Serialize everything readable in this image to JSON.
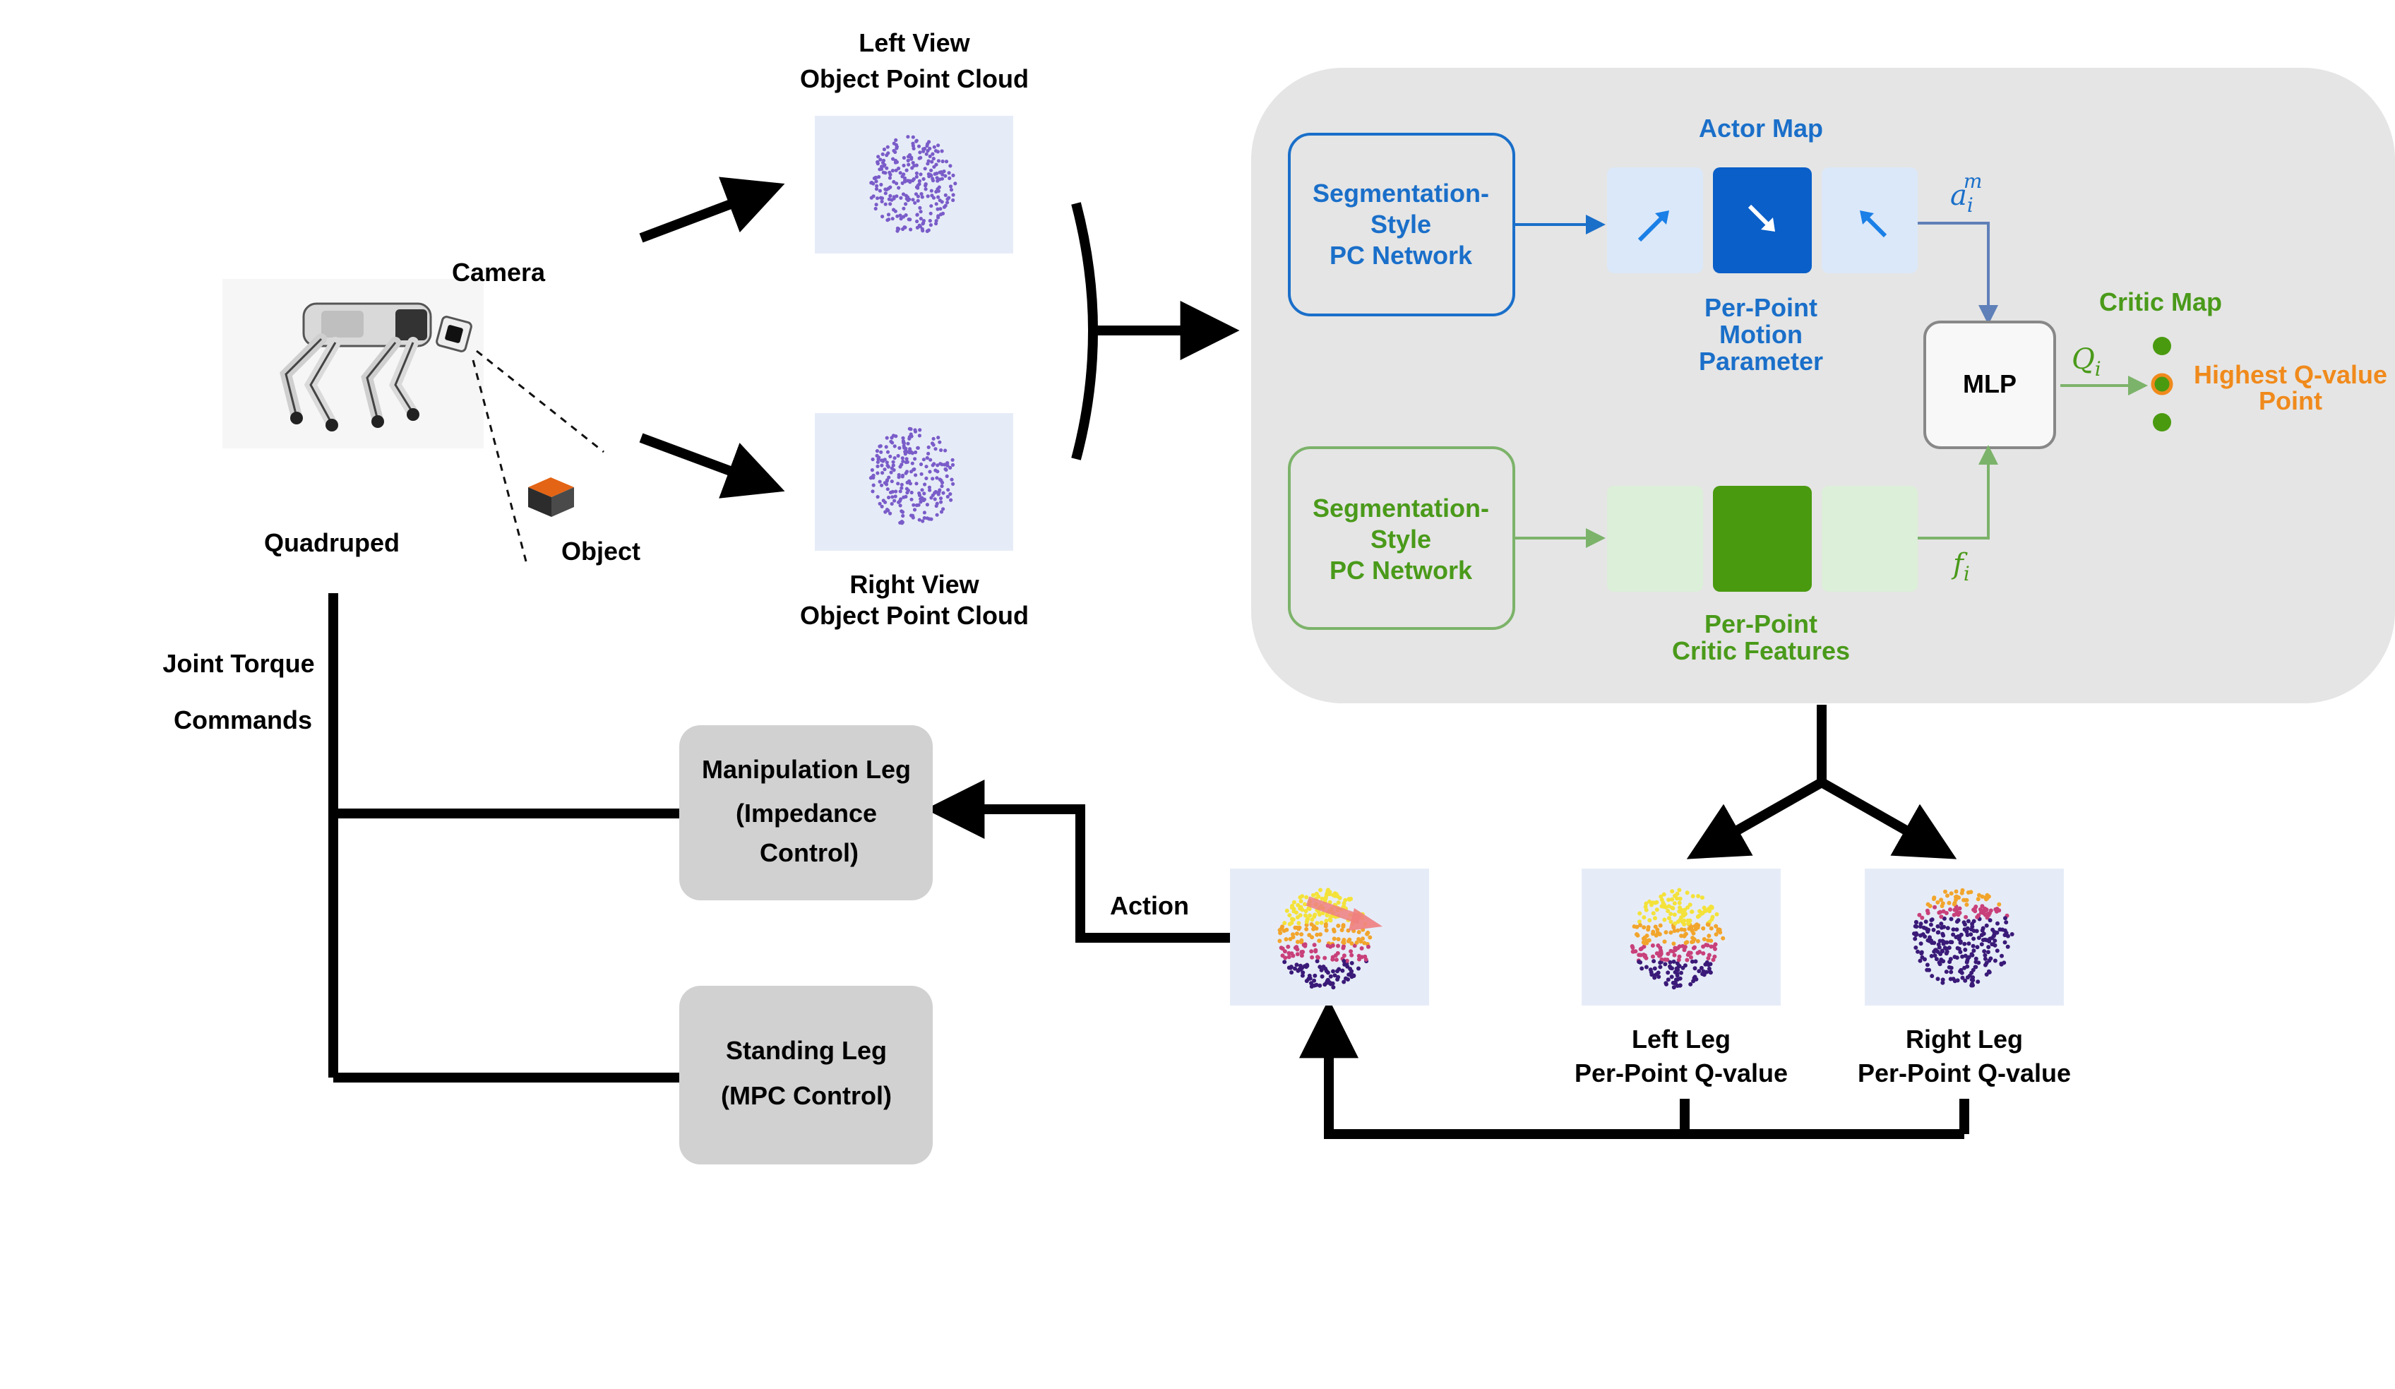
{
  "labels": {
    "camera": "Camera",
    "quadruped": "Quadruped",
    "object": "Object",
    "left_view_line1": "Left View",
    "left_view_line2": "Object Point Cloud",
    "right_view_line1": "Right View",
    "right_view_line2": "Object Point Cloud",
    "actor_map": "Actor Map",
    "critic_map": "Critic Map",
    "seg_net_line1": "Segmentation-",
    "seg_net_line2": "Style",
    "seg_net_line3": "PC Network",
    "per_point_motion_line1": "Per-Point",
    "per_point_motion_line2": "Motion",
    "per_point_motion_line3": "Parameter",
    "per_point_critic_line1": "Per-Point",
    "per_point_critic_line2": "Critic Features",
    "mlp": "MLP",
    "a_base": "a",
    "a_sub": "i",
    "a_sup": "m",
    "q_base": "Q",
    "q_sub": "i",
    "f_base": "f",
    "f_sub": "i",
    "highest_line1": "Highest Q-value",
    "highest_line2": "Point",
    "joint_torque_line1": "Joint Torque",
    "joint_torque_line2": "Commands",
    "manip_line1": "Manipulation Leg",
    "manip_line2": "(Impedance",
    "manip_line3": "Control)",
    "standing_line1": "Standing Leg",
    "standing_line2": "(MPC Control)",
    "action": "Action",
    "left_leg_line1": "Left Leg",
    "left_leg_line2": "Per-Point Q-value",
    "right_leg_line1": "Right Leg",
    "right_leg_line2": "Per-Point Q-value"
  },
  "colors": {
    "blue": "#1a6fc9",
    "dark_blue_cell": "#0a5fc8",
    "light_blue_cell": "#dbe8f9",
    "green": "#4a9a1a",
    "dark_green_cell": "#4a9a10",
    "light_green_cell": "#dcefd8",
    "orange": "#f08a1c",
    "panel_gray": "#e5e5e5",
    "box_gray": "#d1d1d1"
  },
  "icons": [
    "robot-dog-icon",
    "camera-icon",
    "object-cube-icon",
    "point-cloud-icon",
    "arrow-icon"
  ]
}
